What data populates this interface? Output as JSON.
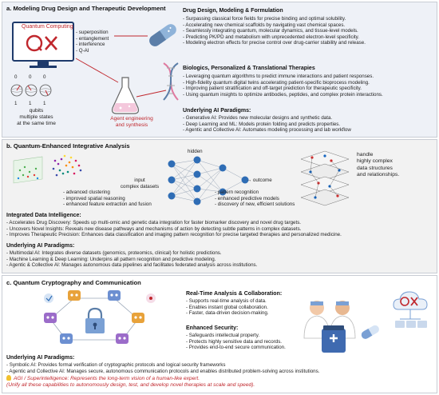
{
  "colors": {
    "accent_red": "#c0272d",
    "panel_a_bg": "#eef1f7",
    "panel_b_bg": "#f2f2f2",
    "node_blue": "#2f6db5",
    "pink": "#e6a6c8"
  },
  "panel_a": {
    "title": "a. Modeling Drug Design and Therapeutic Development",
    "quantum_computing": "Quantum Computing",
    "qc_features": [
      "- superposition",
      "- entanglement",
      "- interference",
      "- Q-AI"
    ],
    "qubit_values": [
      "0",
      "0",
      "0",
      "1",
      "1",
      "1"
    ],
    "qubits_caption": [
      "qubits",
      "multiple states",
      "at the same time"
    ],
    "agent_caption": [
      "Agent engineering",
      "and synthesis"
    ],
    "drug_design": {
      "title": "Drug Design, Modeling & Formulation",
      "items": [
        "- Surpassing classical force fields for precise binding and optimal solubility.",
        "- Accelerating new chemical scaffolds by navigating vast chemical spaces.",
        "- Seamlessly integrating quantum, molecular dynamics, and tissue-level models.",
        "- Predicting PK/PD and metabolism with unprecedented electron-level specificity.",
        "- Modeling electron effects for precise control over drug-carrier stability and release."
      ]
    },
    "biologics": {
      "title": "Biologics, Personalized & Translational Therapies",
      "items": [
        "- Leveraging quantum algorithms to predict immune interactions and patient responses.",
        "- High-fidelity quantum digital twins accelerating patient-specific bioprocess modeling.",
        "- Improving patient stratification and off-target prediction for therapeutic specificity.",
        "- Using quantum insights to optimize antibodies, peptides, and complex protein interactions."
      ]
    },
    "ai_paradigms": {
      "title": "Underlying AI Paradigms:",
      "items": [
        "- Generative AI: Provides new molecular designs and synthetic data.",
        "- Deep Learning and ML: Models protein folding and predicts properties.",
        "- Agentic and Collective AI: Automates modeling processing and lab workflow"
      ]
    }
  },
  "panel_b": {
    "title": "b. Quantum-Enhanced Integrative Analysis",
    "analysis_features": [
      "- advanced clustering",
      "- improved spatial reasoning",
      "- enhanced feature extraction and fusion"
    ],
    "input_label": [
      "input",
      "complex datasets"
    ],
    "hidden_label": "hidden",
    "outcome_label": "outcome",
    "outcome_items": [
      "- pattern recognition",
      "- enhanced predictive models",
      "- discovery of new, efficient solutions"
    ],
    "handle_text": [
      "handle",
      "highly complex",
      "data structures",
      "and relationships."
    ],
    "integrated": {
      "title": "Integrated Data Intelligence:",
      "items": [
        "- Accelerates Drug Discovery: Speeds up multi-omic and genetic data integration for faster biomarker discovery and novel drug targets.",
        "- Uncovers Novel Insights: Reveals new disease pathways and mechanisms of action by detecting subtle patterns in complex datasets.",
        "- Improves Therapeutic Precision: Enhances data classification and imaging pattern recognition for precise targeted therapies and personalized medicine."
      ]
    },
    "ai_paradigms": {
      "title": "Underlying AI Paradigms:",
      "items": [
        "- Multimodal AI: Integrates diverse datasets (genomics, proteomics, clinical) for holistic predictions.",
        "- Machine Learning & Deep Learning: Underpins all pattern recognition and predictive modeling.",
        "- Agentic & Collective AI: Manages autonomous data pipelines and facilitates federated analysis across institutions."
      ]
    }
  },
  "panel_c": {
    "title": "c. Quantum Cryptography and Communication",
    "realtime": {
      "title": "Real-Time Analysis & Collaboration:",
      "items": [
        "- Supports real-time analysis of data.",
        "- Enables instant global collaboration.",
        "- Faster, data-driven decision-making."
      ]
    },
    "security": {
      "title": "Enhanced Security:",
      "items": [
        "- Safeguards intellectual property.",
        "- Protects highly sensitive data and records.",
        "- Provides end-to-end secure communication."
      ]
    },
    "ai_paradigms": {
      "title": "Underlying AI Paradigms:",
      "items": [
        "- Symbolic AI: Provides formal verification of cryptographic protocols and logical security frameworks",
        "- Agentic and Collective AI: Manages secure, autonomous communication protocols and enables distributed problem-solving across institutions."
      ]
    },
    "agi_line1": "AGI / Superintelligence: Represents the long-term vision of a human-like expert.",
    "agi_line2": "(Unify all these capabilities to autonomously design, test, and develop novel therapies at scale and speed)."
  }
}
